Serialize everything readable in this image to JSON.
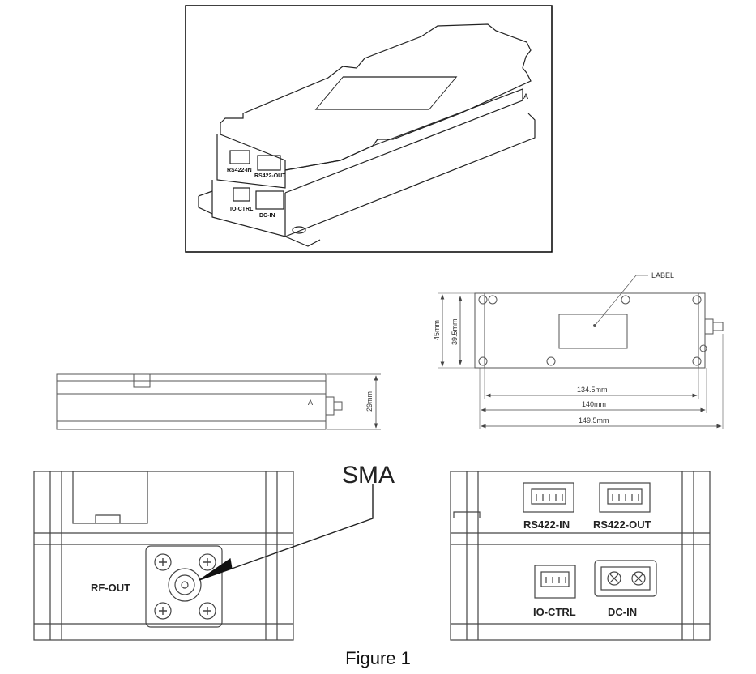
{
  "iso": {
    "port_rs422_in": "RS422-IN",
    "port_rs422_out": "RS422-OUT",
    "port_io_ctrl": "IO-CTRL",
    "port_dc_in": "DC-IN",
    "side_mark": "A"
  },
  "side_view": {
    "mark": "A",
    "height_dim": "29mm"
  },
  "top_view": {
    "label_callout": "LABEL",
    "dim_height_outer": "45mm",
    "dim_height_inner": "39.5mm",
    "dim_width_1": "134.5mm",
    "dim_width_2": "140mm",
    "dim_width_3": "149.5mm"
  },
  "front_view": {
    "rf_out_label": "RF-OUT",
    "sma_callout": "SMA"
  },
  "rear_view": {
    "rs422_in": "RS422-IN",
    "rs422_out": "RS422-OUT",
    "io_ctrl": "IO-CTRL",
    "dc_in": "DC-IN"
  },
  "caption": "Figure 1"
}
